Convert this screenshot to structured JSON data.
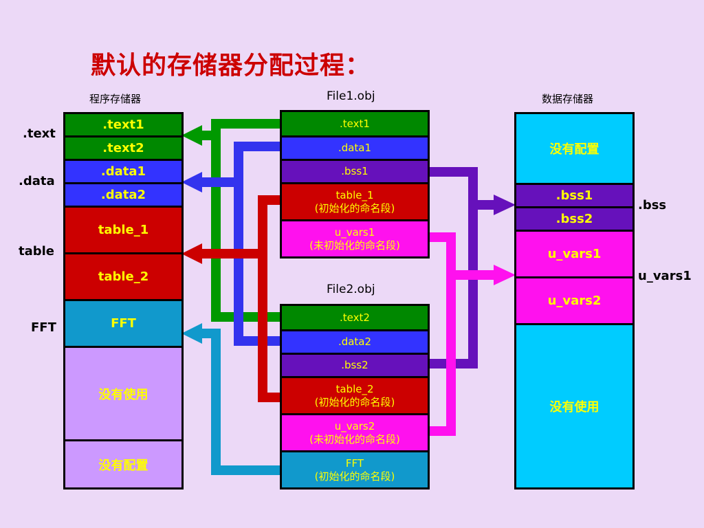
{
  "title": "默认的存储器分配过程：",
  "headers": {
    "program_memory": "程序存储器",
    "file1": "File1.obj",
    "file2": "File2.obj",
    "data_memory": "数据存储器"
  },
  "side_labels": {
    "text": ".text",
    "data": ".data",
    "table": "table",
    "fft": "FFT",
    "bss": ".bss",
    "u_vars1": "u_vars1"
  },
  "program_memory": [
    {
      "label": ".text1",
      "color": "#008800"
    },
    {
      "label": ".text2",
      "color": "#008800"
    },
    {
      "label": ".data1",
      "color": "#3333ff"
    },
    {
      "label": ".data2",
      "color": "#3333ff"
    },
    {
      "label": "table_1",
      "color": "#cc0000"
    },
    {
      "label": "table_2",
      "color": "#cc0000"
    },
    {
      "label": "FFT",
      "color": "#1199cc"
    },
    {
      "label": "没有使用",
      "color": "#cc99ff"
    },
    {
      "label": "没有配置",
      "color": "#cc99ff"
    }
  ],
  "file1": [
    {
      "line1": ".text1",
      "line2": "",
      "color": "#008800"
    },
    {
      "line1": ".data1",
      "line2": "",
      "color": "#3333ff"
    },
    {
      "line1": ".bss1",
      "line2": "",
      "color": "#6611bb"
    },
    {
      "line1": "table_1",
      "line2": "(初始化的命名段)",
      "color": "#cc0000"
    },
    {
      "line1": "u_vars1",
      "line2": "(未初始化的命名段)",
      "color": "#ff11ee"
    }
  ],
  "file2": [
    {
      "line1": ".text2",
      "line2": "",
      "color": "#008800"
    },
    {
      "line1": ".data2",
      "line2": "",
      "color": "#3333ff"
    },
    {
      "line1": ".bss2",
      "line2": "",
      "color": "#6611bb"
    },
    {
      "line1": "table_2",
      "line2": "(初始化的命名段)",
      "color": "#cc0000"
    },
    {
      "line1": "u_vars2",
      "line2": "(未初始化的命名段)",
      "color": "#ff11ee"
    },
    {
      "line1": "FFT",
      "line2": "(初始化的命名段)",
      "color": "#1199cc"
    }
  ],
  "data_memory": [
    {
      "label": "没有配置",
      "color": "#00ccff"
    },
    {
      "label": ".bss1",
      "color": "#6611bb"
    },
    {
      "label": ".bss2",
      "color": "#6611bb"
    },
    {
      "label": "u_vars1",
      "color": "#ff11ee"
    },
    {
      "label": "u_vars2",
      "color": "#ff11ee"
    },
    {
      "label": "没有使用",
      "color": "#00ccff"
    }
  ],
  "arrow_colors": {
    "text": "#009900",
    "data": "#3333ee",
    "table": "#cc0000",
    "fft": "#1199cc",
    "bss": "#6611bb",
    "uvars": "#ff11ee"
  }
}
